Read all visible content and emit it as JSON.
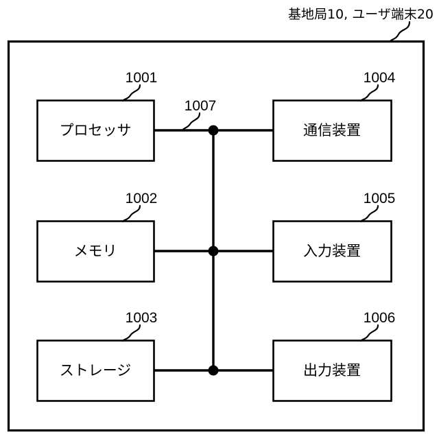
{
  "figure": {
    "title": "基地局10, ユーザ端末20",
    "frame": {
      "ref_label": "",
      "stroke_color": "#000000",
      "fill_color": "#ffffff"
    },
    "bus": {
      "ref": "1007",
      "name": "bus",
      "junction_count": 3
    },
    "blocks": [
      {
        "id": "processor",
        "label": "プロセッサ",
        "ref": "1001",
        "column": "left",
        "row": 1
      },
      {
        "id": "memory",
        "label": "メモリ",
        "ref": "1002",
        "column": "left",
        "row": 2
      },
      {
        "id": "storage",
        "label": "ストレージ",
        "ref": "1003",
        "column": "left",
        "row": 3
      },
      {
        "id": "communication-device",
        "label": "通信装置",
        "ref": "1004",
        "column": "right",
        "row": 1
      },
      {
        "id": "input-device",
        "label": "入力装置",
        "ref": "1005",
        "column": "right",
        "row": 2
      },
      {
        "id": "output-device",
        "label": "出力装置",
        "ref": "1006",
        "column": "right",
        "row": 3
      }
    ]
  }
}
